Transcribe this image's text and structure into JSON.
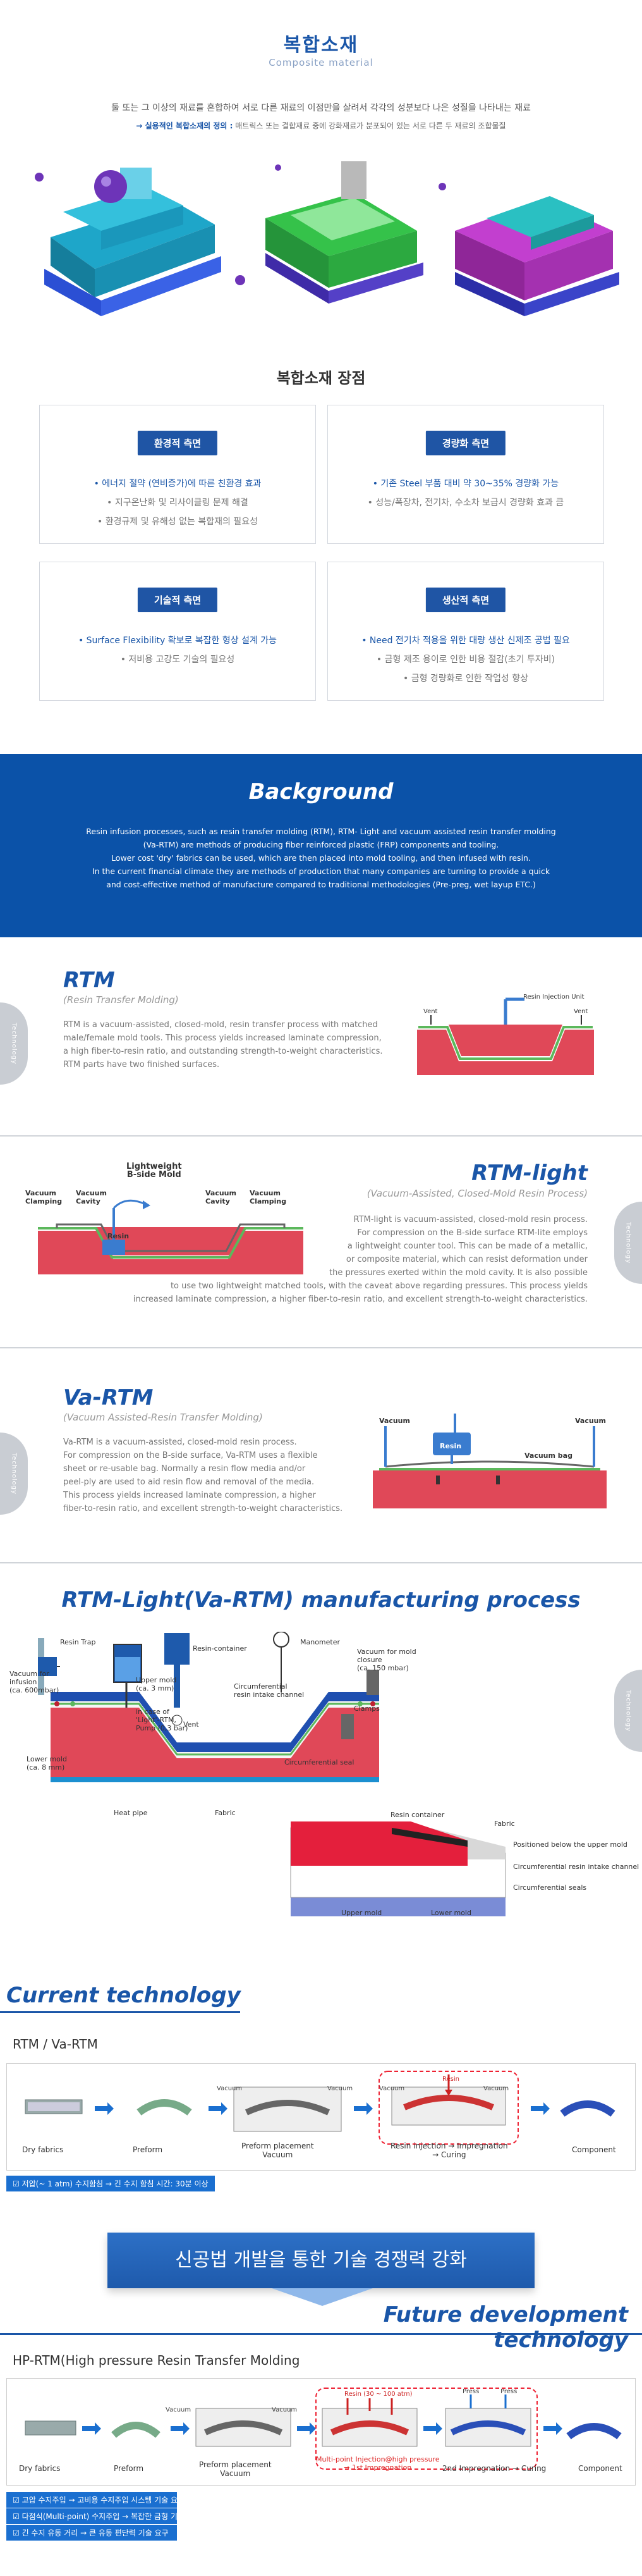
{
  "header": {
    "title_ko": "복합소재",
    "title_en": "Composite material",
    "intro": "둘 또는 그 이상의 재료를 혼합하여 서로 다른 재료의 이점만을 살려서 각각의 성분보다 나은 성질을 나타내는 재료",
    "def_label": "→ 실용적인 복합소재의 정의 :",
    "def_text": "매트릭스 또는 결합재료 중에 강화재료가 분포되어 있는 서로 다른 두 재료의 조합물질"
  },
  "advantages": {
    "title": "복합소재 장점",
    "cards": [
      {
        "tag": "환경적 측면",
        "lines": [
          "• 에너지 절약 (연비증가)에 따른 친환경 효과",
          "• 지구온난화 및 리사이클링 문제 해결",
          "• 환경규제 및 유해성 없는 복합재의 필요성"
        ]
      },
      {
        "tag": "경량화 측면",
        "lines": [
          "• 기존 Steel 부품 대비 약 30~35% 경량화 가능",
          "• 성능/폭장차, 전기차, 수소차 보급시 경량화 효과 큼"
        ]
      },
      {
        "tag": "기술적 측면",
        "lines": [
          "• Surface Flexibility 확보로 복잡한 형상 설계 가능",
          "• 저비용 고강도 기술의 필요성"
        ]
      },
      {
        "tag": "생산적 측면",
        "lines": [
          "• Need 전기차 적용을 위한 대량 생산 신제조 공법 필요",
          "• 금형 제조 용이로 인한 비용 절감(초기 투자비)",
          "• 금형 경량화로 인한 작업성 향상"
        ]
      }
    ]
  },
  "background": {
    "title": "Background",
    "lines": [
      "Resin infusion processes, such as resin transfer molding (RTM), RTM- Light and vacuum assisted resin transfer molding",
      "(Va-RTM) are methods of producing fiber reinforced plastic (FRP) components and tooling.",
      "Lower cost 'dry' fabrics can be used, which are then placed into mold tooling, and then infused with resin.",
      "In the current financial climate they are methods of production that many companies are turning to provide a quick",
      "and cost-effective method of manufacture compared to traditional methodologies (Pre-preg, wet layup ETC.)"
    ]
  },
  "side_tab": "Technology",
  "rtm": {
    "title": "RTM",
    "subtitle": "(Resin Transfer Molding)",
    "body": [
      "RTM is a vacuum-assisted, closed-mold, resin transfer process with matched",
      "male/female mold tools. This process yields increased laminate compression,",
      "a high fiber-to-resin ratio, and outstanding strength-to-weight characteristics.",
      "RTM parts have two finished surfaces."
    ],
    "labels": {
      "unit": "Resin Injection Unit",
      "vent_l": "Vent",
      "vent_r": "Vent"
    }
  },
  "rtm_light": {
    "title": "RTM-light",
    "subtitle": "(Vacuum-Assisted, Closed-Mold Resin Process)",
    "body": [
      "RTM-light is vacuum-assisted, closed-mold resin process.",
      "For compression on the B-side surface RTM-lite employs",
      "a lightweight counter tool. This can be made of a metallic,",
      "or composite material, which can resist deformation under",
      "the pressures exerted within the mold cavity. It is also possible",
      "to use two lightweight matched tools, with the caveat above regarding pressures. This process yields",
      "increased laminate compression, a higher fiber-to-resin ratio, and excellent strength-to-weight characteristics."
    ],
    "labels": {
      "mold": "Lightweight\nB-side Mold",
      "vc_l": "Vacuum\nClamping",
      "vcav_l": "Vacuum\nCavity",
      "resin": "Resin",
      "vcav_r": "Vacuum\nCavity",
      "vc_r": "Vacuum\nClamping"
    }
  },
  "va_rtm": {
    "title": "Va-RTM",
    "subtitle": "(Vacuum Assisted-Resin Transfer Molding)",
    "body": [
      "Va-RTM is a vacuum-assisted, closed-mold resin process.",
      "For compression on the B-side surface, Va-RTM uses a flexible",
      "sheet or re-usable bag. Normally a resin flow media and/or",
      "peel-ply are used to aid resin flow and removal of the media.",
      "This process yields increased laminate compression, a higher",
      "fiber-to-resin ratio, and excellent strength-to-weight characteristics."
    ],
    "labels": {
      "vac_l": "Vacuum",
      "vac_r": "Vacuum",
      "resin": "Resin",
      "bag": "Vacuum bag"
    }
  },
  "process": {
    "title": "RTM-Light(Va-RTM) manufacturing process",
    "labels": {
      "trap": "Resin Trap",
      "vac_inf": "Vacuum for\ninfusion\n(ca. 600mbar)",
      "upper": "Upper mold\n(ca. 3 mm)",
      "vent": "Vent",
      "incase": "in case of\n'Light'-RTM,\nPump (0,3 bar)",
      "container": "Resin-container",
      "channel": "Circumferential\nresin intake channel",
      "mano": "Manometer",
      "vac_mold": "Vacuum for mold\nclosure\n(ca. 150 mbar)",
      "clamps": "Clamps",
      "lower": "Lower mold\n(ca. 8 mm)",
      "seal": "Circumferential seal",
      "heat": "Heat pipe",
      "fabric": "Fabric",
      "container2": "Resin container",
      "fabric2": "Fabric",
      "pos": "Positioned below the upper mold",
      "channel2": "Circumferential resin intake channel",
      "seals2": "Circumferential seals",
      "upper2": "Upper mold",
      "lower2": "Lower mold"
    }
  },
  "current": {
    "title": "Current technology",
    "sub": "RTM / Va-RTM",
    "steps": [
      "Dry fabrics",
      "Preform",
      "Preform placement\nVacuum",
      "Resin injection → Impregnation\n→ Curing",
      "Component"
    ],
    "ann": {
      "vac": "Vacuum",
      "resin": "Resin"
    },
    "note": "저압(~ 1 atm) 수지함침 → 긴 수지 함침 시간: 30분 이상"
  },
  "banner": "신공법 개발을 통한 기술 경쟁력 강화",
  "future": {
    "title": "Future development technology",
    "sub": "HP-RTM(High pressure Resin Transfer Molding",
    "steps": [
      "Dry fabrics",
      "Preform",
      "Preform placement\nVacuum",
      "Multi-point Injection@high pressure\n→ 1st Impregnation",
      "2nd Impregnation → Curing",
      "Component"
    ],
    "ann": {
      "vac": "Vacuum",
      "press": "Press",
      "resin_hp": "Resin (30 ~ 100 atm)"
    },
    "notes": [
      "고압 수지주입 → 고비용 수지주입 시스템 기술 요구",
      "다점식(Multi-point) 수지주입 → 복잡한 금형 기술 요구",
      "긴 수지 유동 거리 → 큰 유동 편단력 기술 요구"
    ]
  }
}
